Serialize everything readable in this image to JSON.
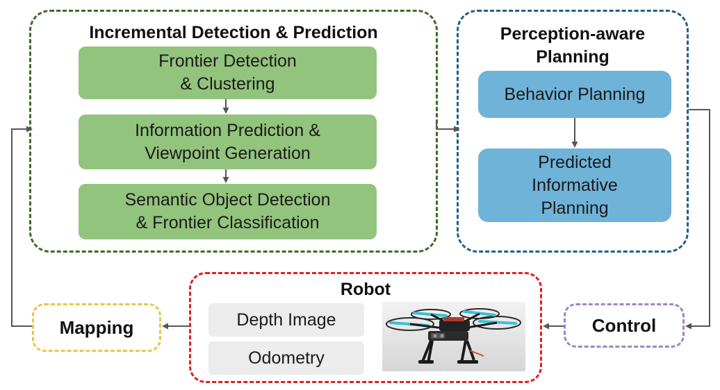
{
  "detection": {
    "title": "Incremental Detection & Prediction",
    "border_color": "#3e6b26",
    "box_color": "#93c47d",
    "boxes": [
      "Frontier Detection\n& Clustering",
      "Information Prediction &\nViewpoint Generation",
      "Semantic Object Detection\n& Frontier Classification"
    ]
  },
  "planning": {
    "title_line1": "Perception-aware",
    "title_line2": "Planning",
    "border_color": "#1f5f8b",
    "box_color": "#6fb3d8",
    "boxes": [
      "Behavior Planning",
      "Predicted\nInformative\nPlanning"
    ]
  },
  "robot": {
    "title": "Robot",
    "border_color": "#e02020",
    "sensors": [
      "Depth Image",
      "Odometry"
    ],
    "photo": "quadrotor-drone-photo"
  },
  "mapping": {
    "label": "Mapping",
    "border_color": "#e8c64a"
  },
  "control": {
    "label": "Control",
    "border_color": "#9b86c4"
  },
  "arrow_color": "#555555"
}
